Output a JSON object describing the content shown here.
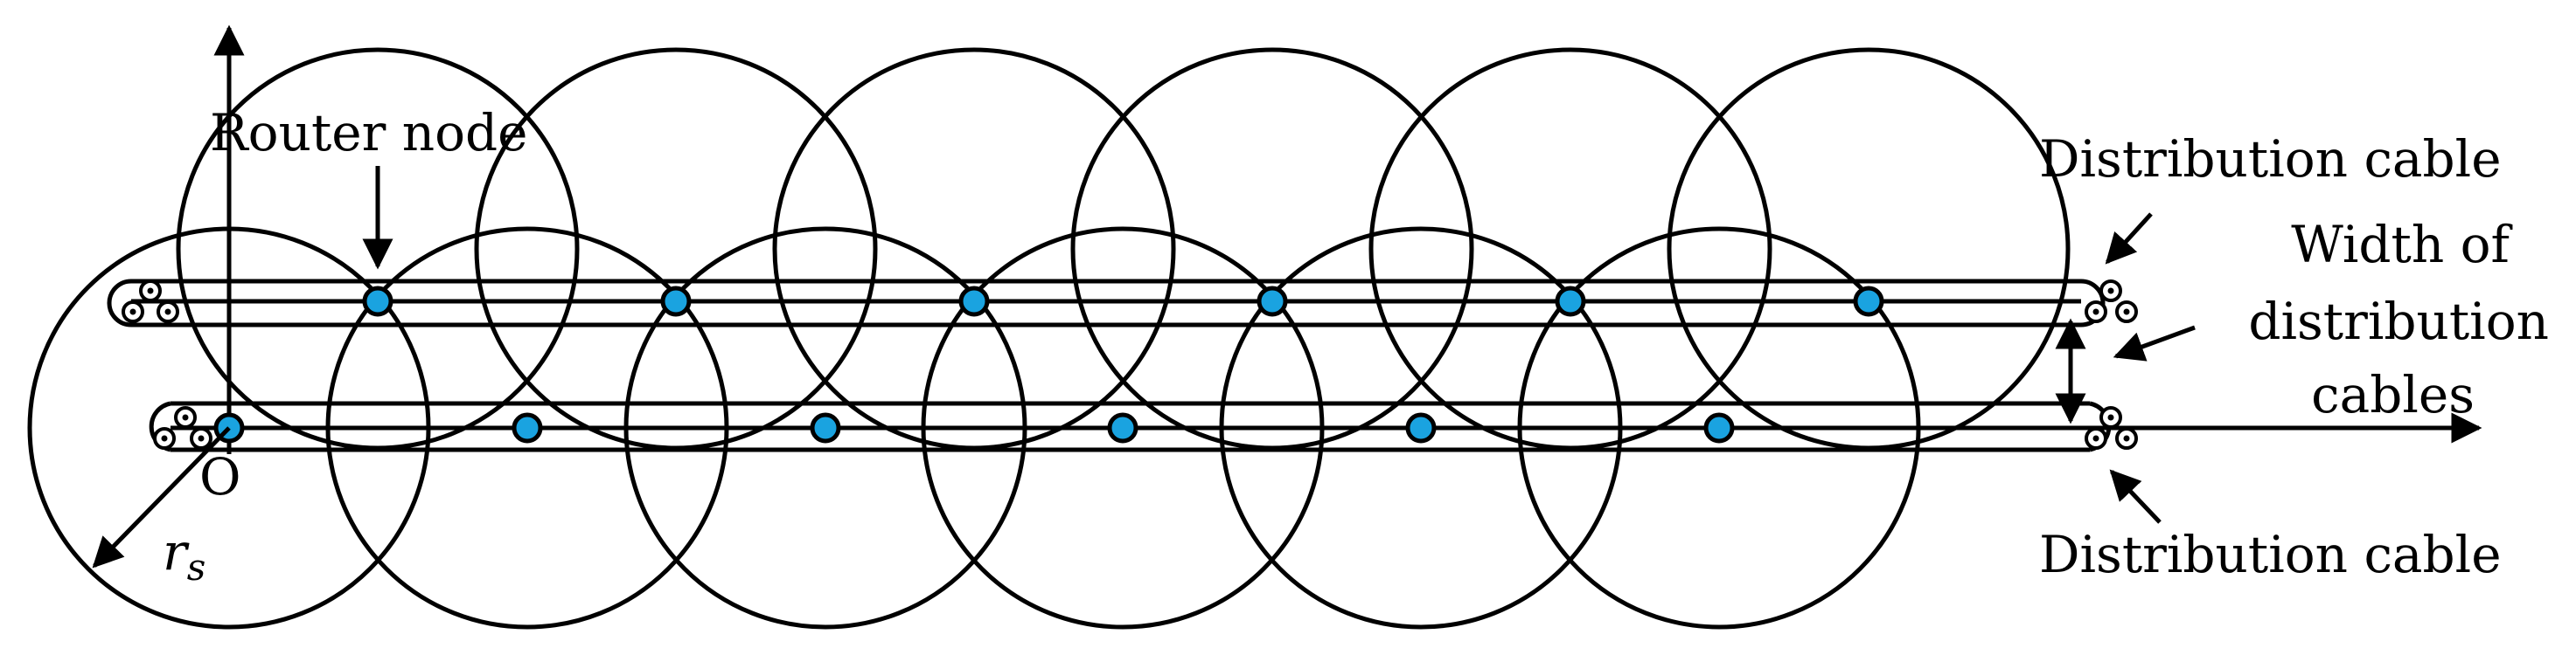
{
  "labels": {
    "router_node": "Router node",
    "distribution_cable_top": "Distribution cable",
    "width_line1": "Width of",
    "width_line2": "distribution",
    "width_line3": "cables",
    "distribution_cable_bottom": "Distribution cable",
    "origin": "O",
    "radius_symbol": "r",
    "radius_subscript": "s"
  },
  "colors": {
    "node_fill": "#1aa3e0",
    "stroke": "#000000",
    "background": "#ffffff"
  }
}
